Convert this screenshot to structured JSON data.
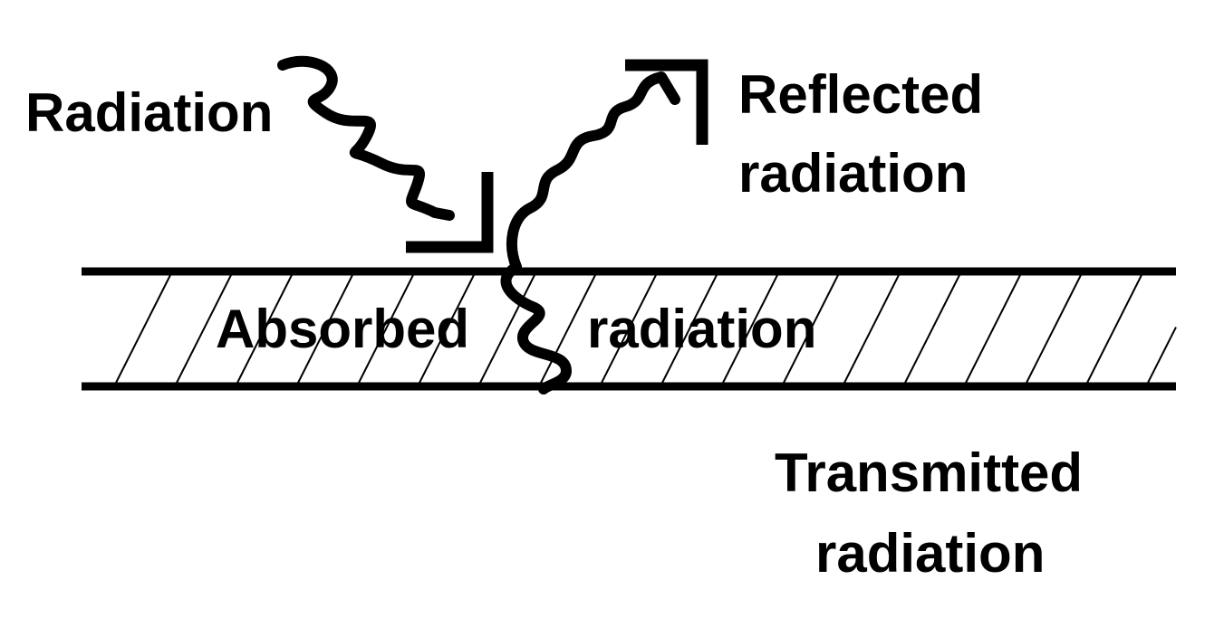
{
  "diagram": {
    "labels": {
      "incident": "Radiation",
      "reflected_line1": "Reflected",
      "reflected_line2": "radiation",
      "absorbed_word1": "Absorbed",
      "absorbed_word2": "radiation",
      "transmitted_line1": "Transmitted",
      "transmitted_line2": "radiation"
    },
    "colors": {
      "ink": "#000000",
      "background": "#ffffff"
    }
  }
}
